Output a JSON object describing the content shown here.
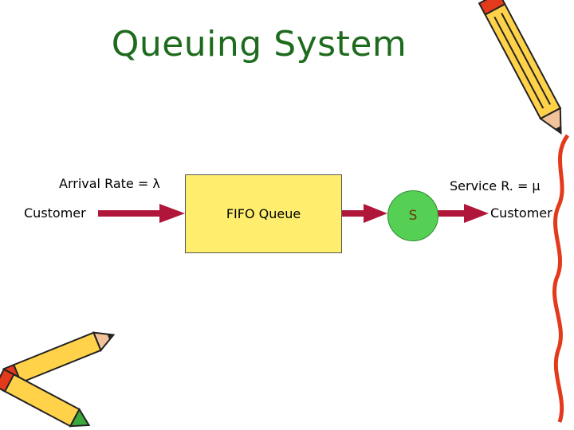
{
  "title": "Queuing System",
  "arrival_label": "Arrival Rate = λ",
  "service_label": "Service R. = μ",
  "input_label": "Customer",
  "queue_label": "FIFO Queue",
  "server_label": "S",
  "output_label": "Customer",
  "colors": {
    "title": "#1e6b1e",
    "arrow": "#b0163a",
    "queue_fill": "#ffee6e",
    "server_fill": "#55d055",
    "pencil_body": "#ffd24a",
    "pencil_accent": "#e23a1a"
  }
}
